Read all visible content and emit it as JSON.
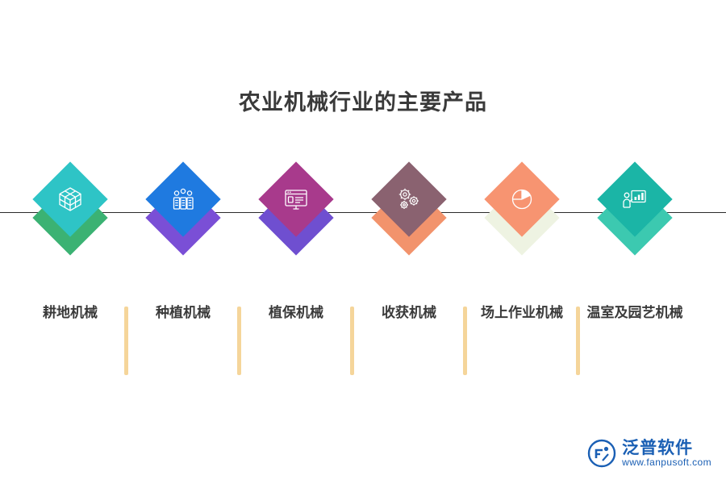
{
  "title": "农业机械行业的主要产品",
  "baseline": {
    "color": "#2b2b2b"
  },
  "tick_color": "#f5d59a",
  "nodes": [
    {
      "label": "耕地机械",
      "icon": "cube-grid-icon",
      "front_color": "#2ec4c6",
      "back_color": "#3bb273",
      "icon_color": "#ffffff"
    },
    {
      "label": "种植机械",
      "icon": "bar-chart-people-icon",
      "front_color": "#1f7ae0",
      "back_color": "#7a4fd6",
      "icon_color": "#ffffff"
    },
    {
      "label": "植保机械",
      "icon": "presentation-board-icon",
      "front_color": "#a83a8c",
      "back_color": "#6f4fd0",
      "icon_color": "#ffffff"
    },
    {
      "label": "收获机械",
      "icon": "gears-icon",
      "front_color": "#8a6270",
      "back_color": "#f2936c",
      "icon_color": "#ffffff"
    },
    {
      "label": "场上作业机械",
      "icon": "pie-chart-icon",
      "front_color": "#f79471",
      "back_color": "#eef3e2",
      "icon_color": "#ffffff"
    },
    {
      "label": "温室及园艺机械",
      "icon": "person-presenting-icon",
      "front_color": "#1bb5a6",
      "back_color": "#3cc9b0",
      "icon_color": "#ffffff"
    }
  ],
  "watermark": {
    "main": "泛普软件",
    "sub": "www.fanpusoft.com",
    "color": "#1a5fb4"
  }
}
